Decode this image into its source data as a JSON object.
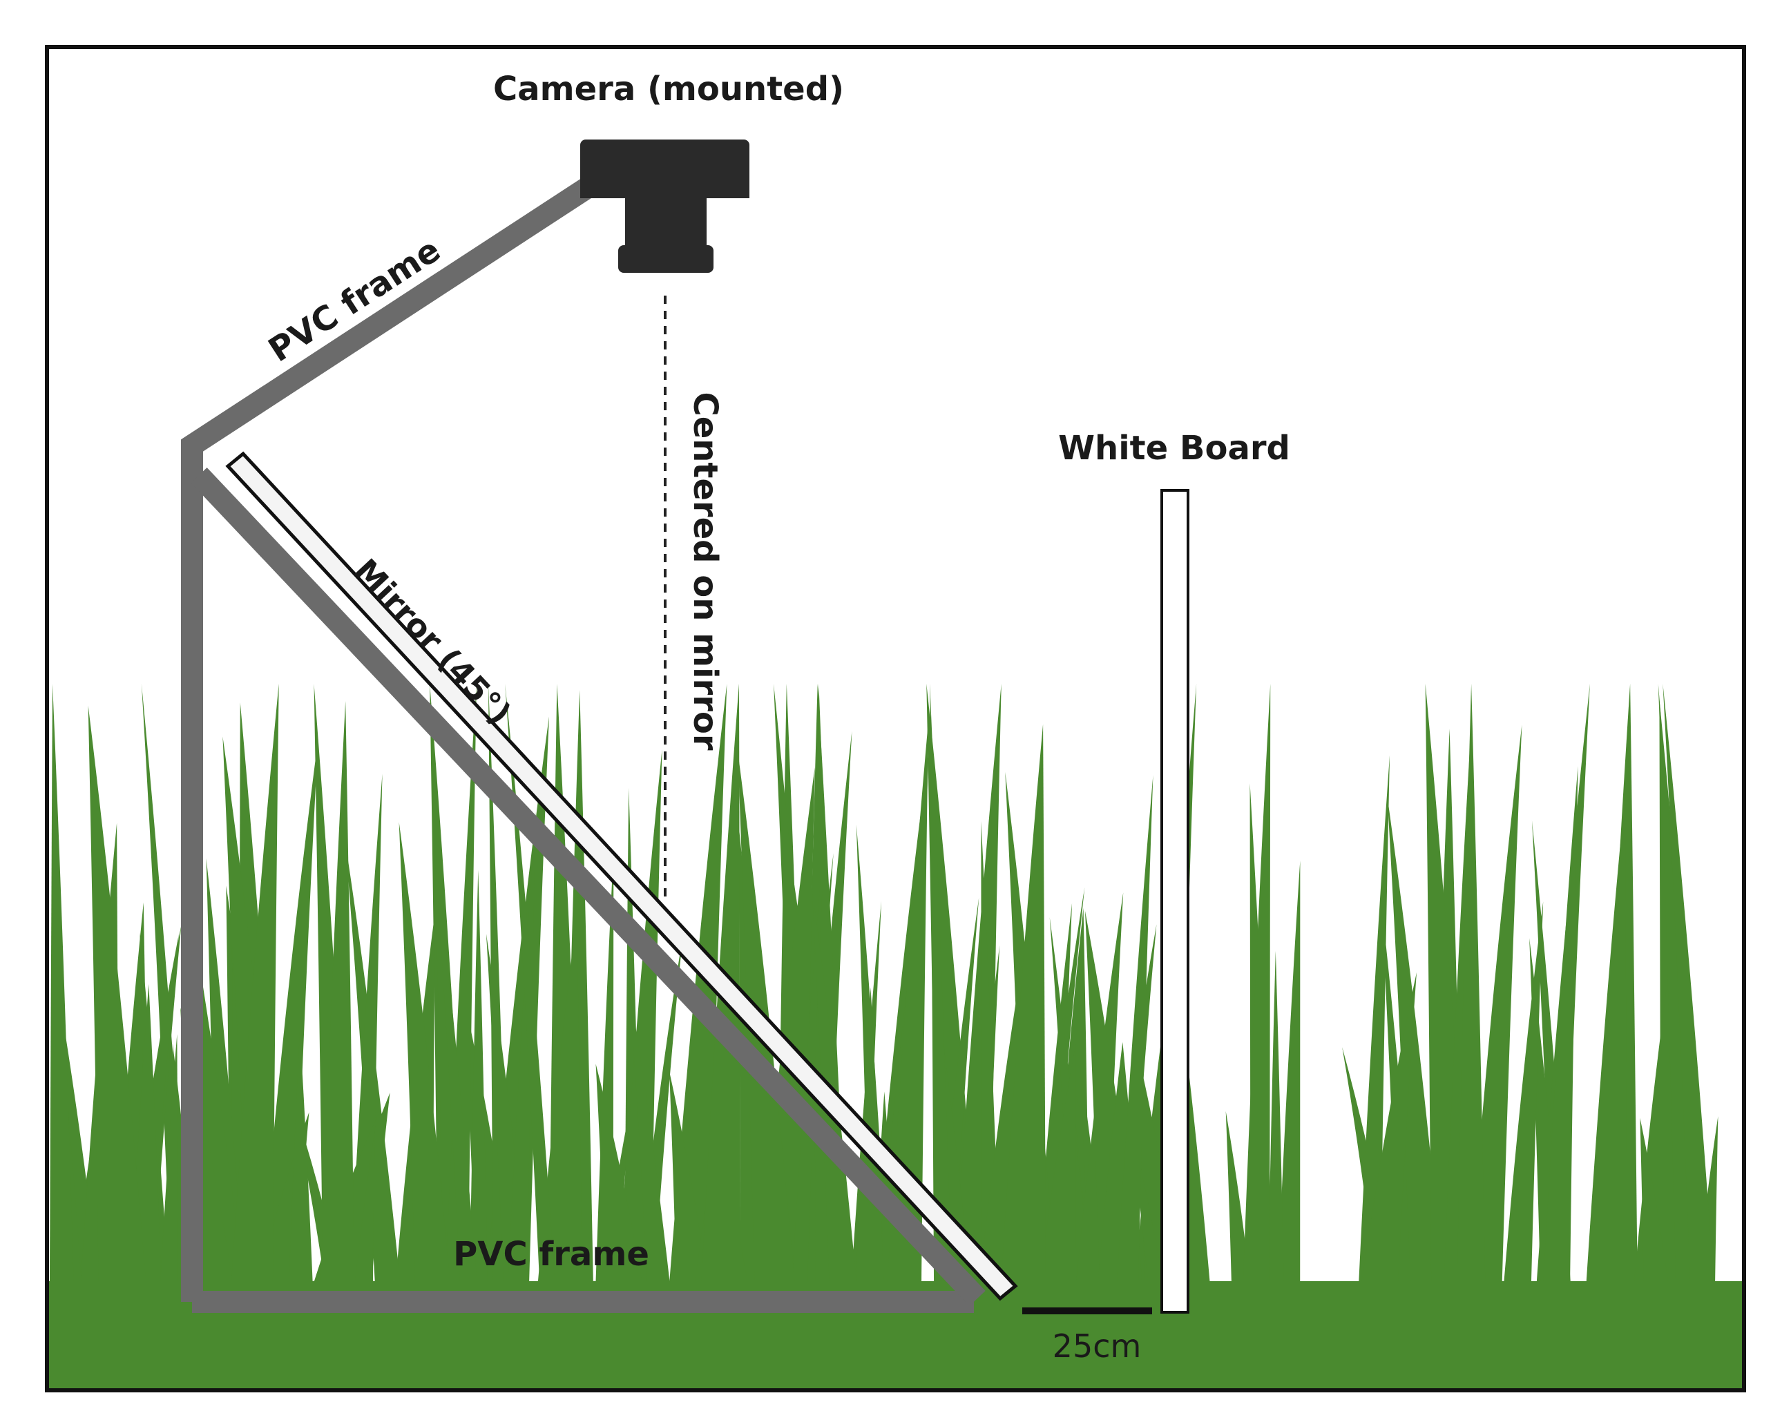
{
  "labels": {
    "camera": "Camera (mounted)",
    "pvc_frame_upper": "PVC frame",
    "pvc_frame_lower": "PVC frame",
    "mirror": "Mirror (45°)",
    "centered": "Centered on mirror",
    "white_board": "White Board",
    "distance": "25cm"
  },
  "colors": {
    "grass": "#4a8a2f",
    "pvc_frame": "#6b6b6b",
    "camera": "#2a2a2a",
    "mirror_fill": "#f4f4f4",
    "border": "#111111",
    "background": "#ffffff"
  },
  "icons": {
    "camera": "camera-icon",
    "mirror": "mirror-icon",
    "white_board": "white-board-icon",
    "grass": "grass-illustration"
  }
}
